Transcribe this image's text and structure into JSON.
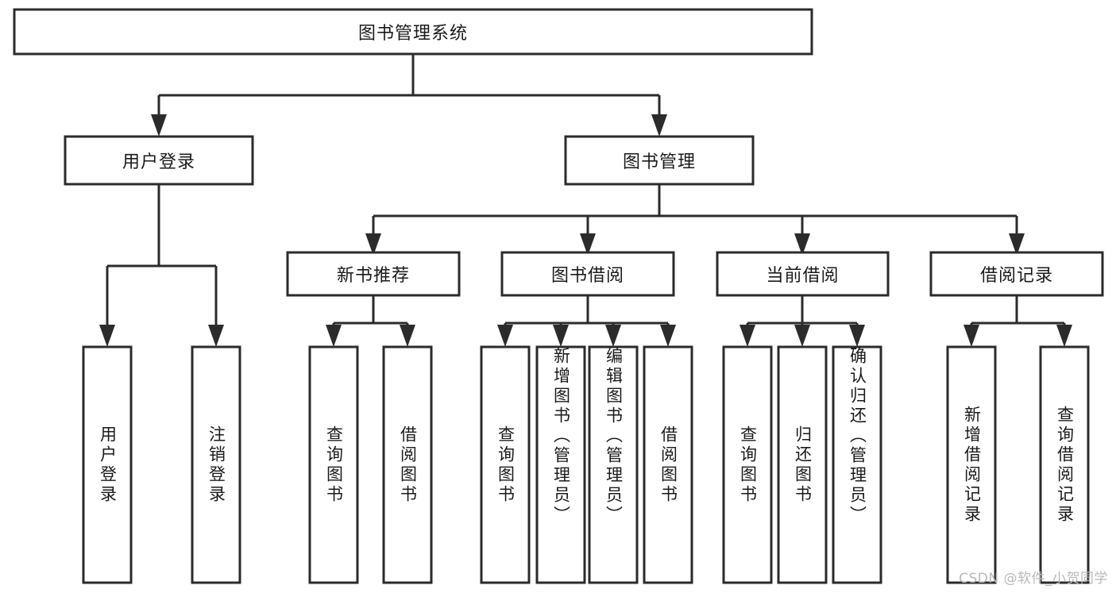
{
  "diagram": {
    "type": "tree-hierarchy",
    "title": "图书管理系统",
    "root": {
      "label": "图书管理系统"
    },
    "level1": [
      {
        "label": "用户登录"
      },
      {
        "label": "图书管理"
      }
    ],
    "level2": [
      {
        "label": "新书推荐",
        "parent": "图书管理"
      },
      {
        "label": "图书借阅",
        "parent": "图书管理"
      },
      {
        "label": "当前借阅",
        "parent": "图书管理"
      },
      {
        "label": "借阅记录",
        "parent": "图书管理"
      }
    ],
    "leaves": [
      {
        "label": "用户登录",
        "parent": "用户登录"
      },
      {
        "label": "注销登录",
        "parent": "用户登录"
      },
      {
        "label": "查询图书",
        "parent": "新书推荐"
      },
      {
        "label": "借阅图书",
        "parent": "新书推荐"
      },
      {
        "label": "查询图书",
        "parent": "图书借阅"
      },
      {
        "label": "新增图书（管理员）",
        "parent": "图书借阅"
      },
      {
        "label": "编辑图书（管理员）",
        "parent": "图书借阅"
      },
      {
        "label": "借阅图书",
        "parent": "图书借阅"
      },
      {
        "label": "查询图书",
        "parent": "当前借阅"
      },
      {
        "label": "归还图书",
        "parent": "当前借阅"
      },
      {
        "label": "确认归还（管理员）",
        "parent": "当前借阅"
      },
      {
        "label": "新增借阅记录",
        "parent": "借阅记录"
      },
      {
        "label": "查询借阅记录",
        "parent": "借阅记录"
      }
    ],
    "watermark": "CSDN @软件_小贺同学",
    "colors": {
      "stroke": "#2b2b2b",
      "fill": "#ffffff",
      "text": "#1a1a1a",
      "watermark": "#b8b8b8",
      "background": "#ffffff"
    }
  }
}
